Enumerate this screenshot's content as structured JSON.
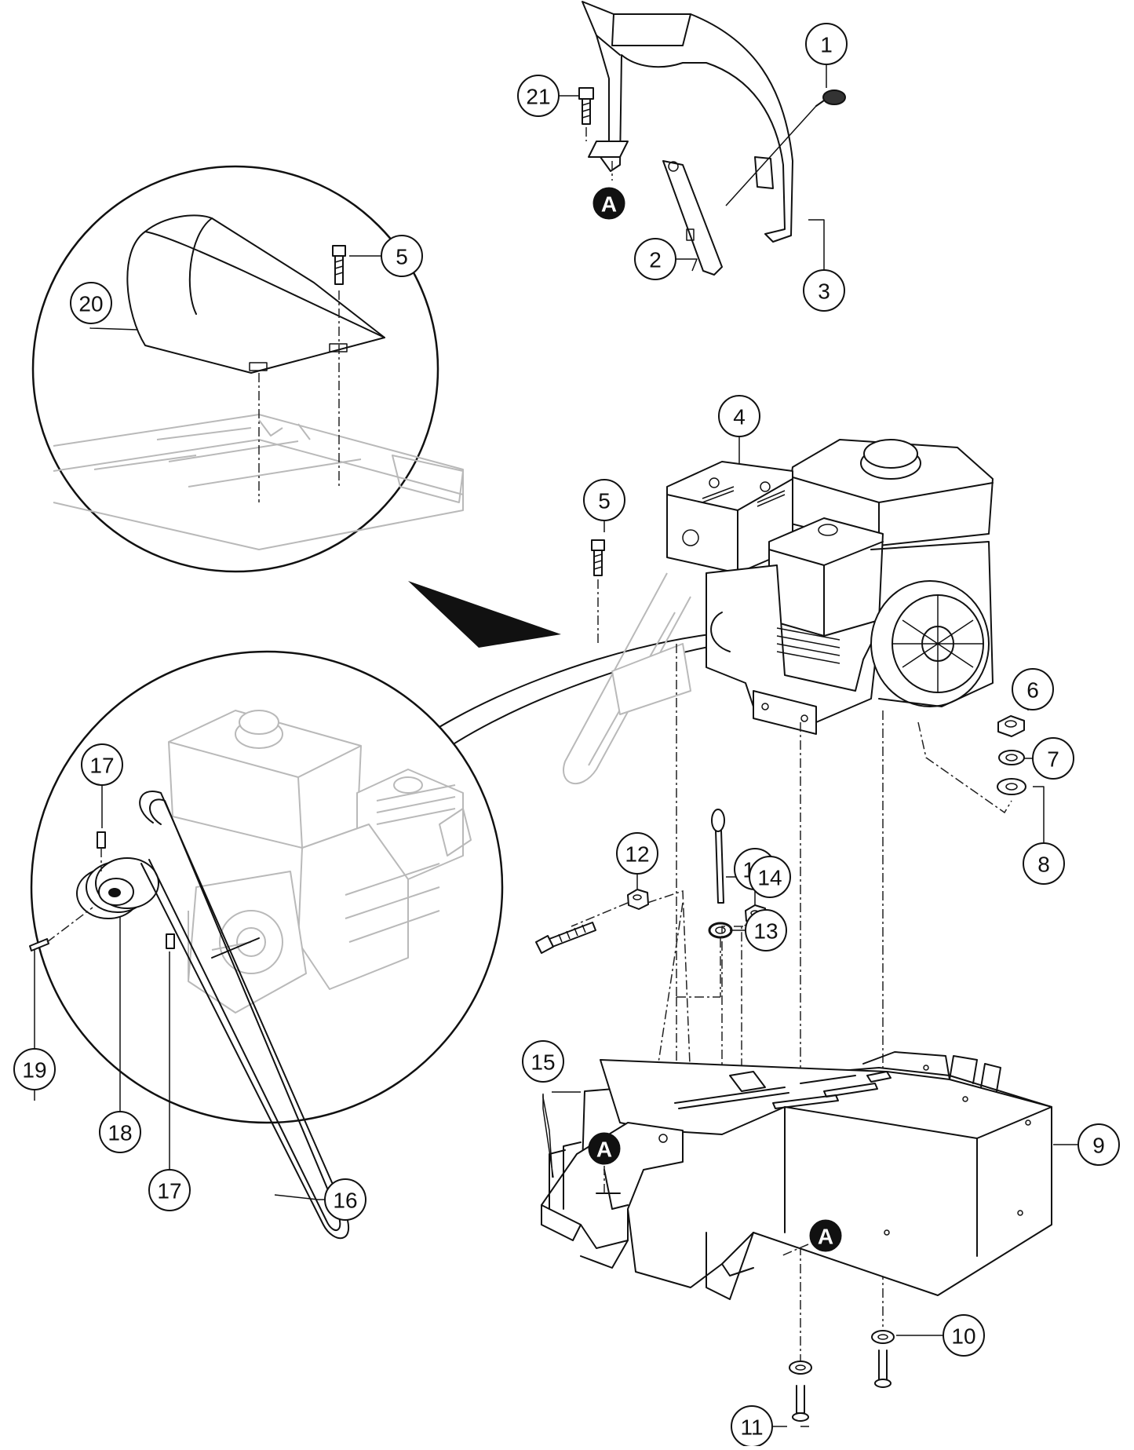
{
  "callouts": {
    "c1": "1",
    "c2": "2",
    "c3": "3",
    "c4": "4",
    "c5a": "5",
    "c5b": "5",
    "c6": "6",
    "c7": "7",
    "c8": "8",
    "c9": "9",
    "c10": "10",
    "c11": "11",
    "c12a": "12",
    "c12b": "12",
    "c13": "13",
    "c14": "14",
    "c15": "15",
    "c16": "16",
    "c17a": "17",
    "c17b": "17",
    "c18": "18",
    "c19": "19",
    "c20": "20",
    "c21": "21"
  },
  "reference_marks": {
    "ra": "A",
    "rb": "A",
    "rc": "A"
  },
  "colors": {
    "line": "#111111",
    "ghost": "#b9b9b9",
    "background": "#ffffff"
  }
}
